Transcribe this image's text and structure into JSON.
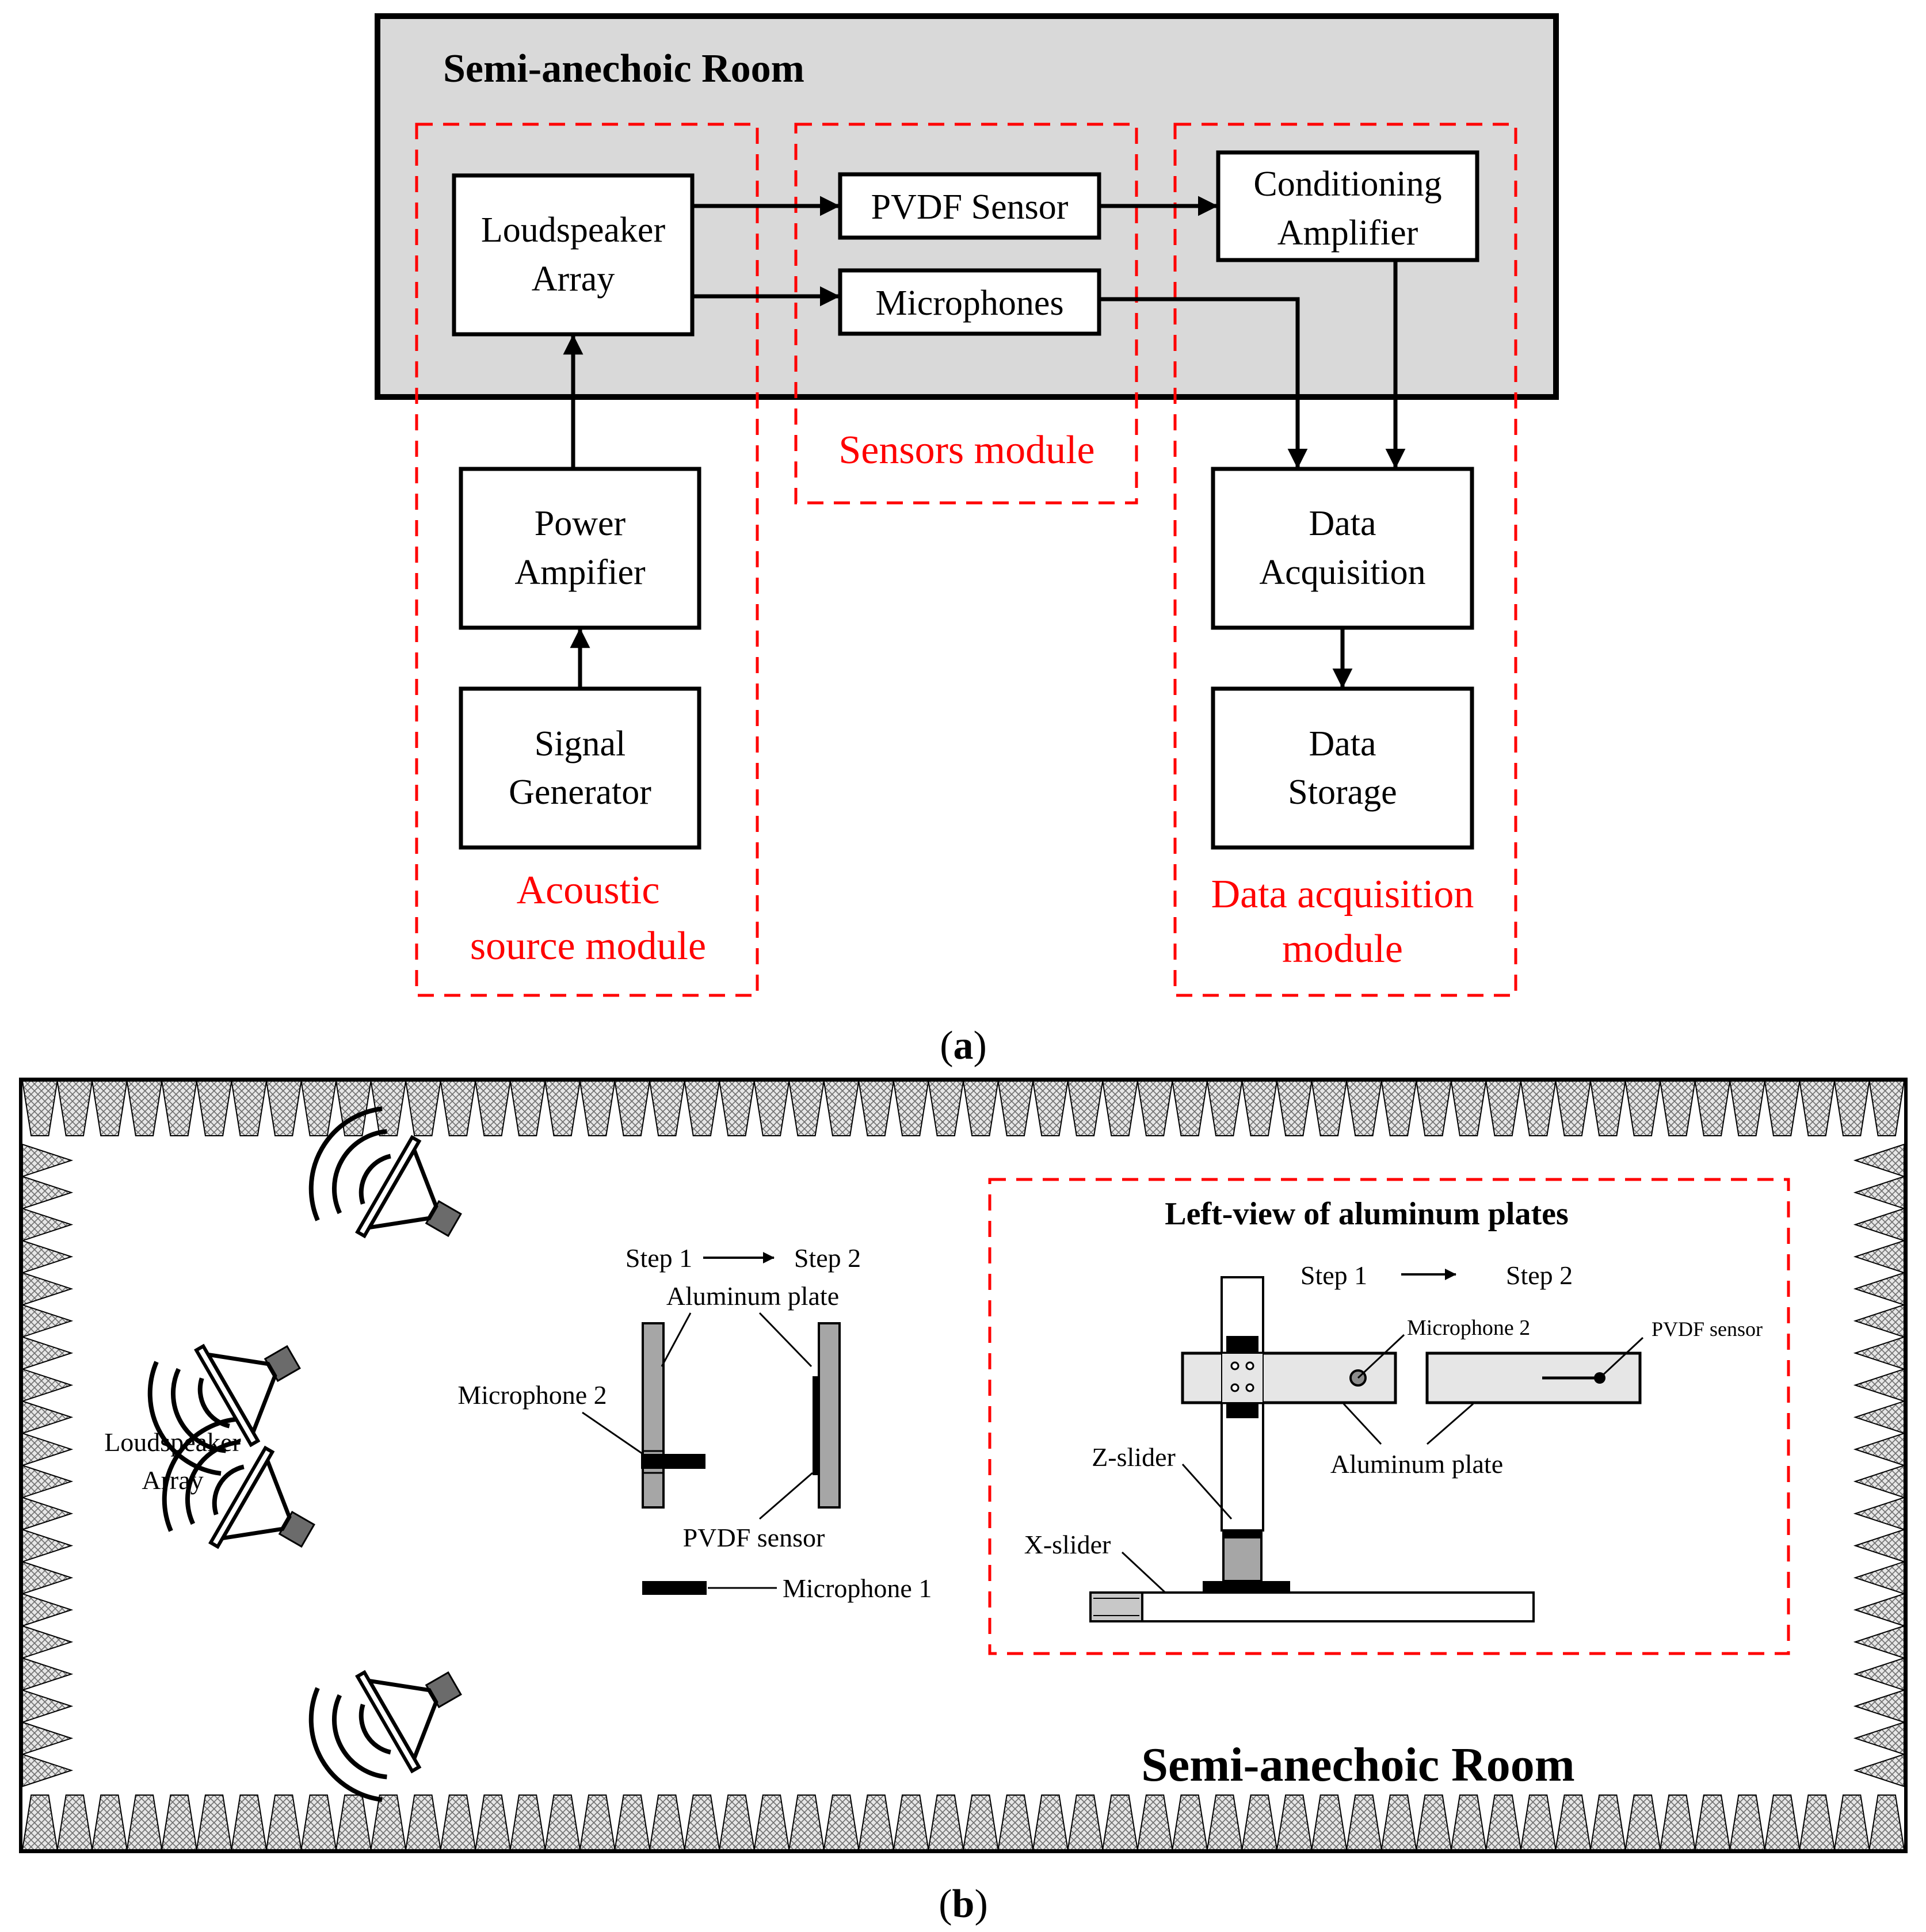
{
  "panel_a": {
    "room_title": "Semi-anechoic Room",
    "blocks": {
      "loudspeaker_array": [
        "Loudspeaker",
        "Array"
      ],
      "pvdf_sensor": "PVDF Sensor",
      "microphones": "Microphones",
      "conditioning_amplifier": [
        "Conditioning",
        "Amplifier"
      ],
      "power_amplifier": [
        "Power",
        "Ampifier"
      ],
      "signal_generator": [
        "Signal",
        "Generator"
      ],
      "data_acquisition": [
        "Data",
        "Acquisition"
      ],
      "data_storage": [
        "Data",
        "Storage"
      ]
    },
    "modules": {
      "acoustic": [
        "Acoustic",
        "source module"
      ],
      "sensors": "Sensors module",
      "data_acquisition": [
        "Data acquisition",
        "module"
      ]
    },
    "caption": [
      "(",
      "a",
      ")"
    ]
  },
  "panel_b": {
    "room_title": "Semi-anechoic Room",
    "loudspeaker_label": [
      "Loudspeaker",
      "Array"
    ],
    "middle": {
      "step1": "Step 1",
      "step2": "Step 2",
      "aluminum_plate": "Aluminum plate",
      "microphone2": "Microphone 2",
      "pvdf_sensor": "PVDF sensor",
      "microphone1": "Microphone 1"
    },
    "inset": {
      "title": "Left-view of  aluminum plates",
      "step1": "Step 1",
      "step2": "Step 2",
      "microphone2": "Microphone 2",
      "pvdf_sensor": "PVDF sensor",
      "aluminum_plate": "Aluminum plate",
      "z_slider": "Z-slider",
      "x_slider": "X-slider"
    },
    "caption": [
      "(",
      "b",
      ")"
    ]
  },
  "colors": {
    "room_fill": "#d9d9d9",
    "module_border": "#ff0000",
    "module_text": "#ff0000",
    "speaker_gray": "#6b6b6b",
    "plate_gray": "#a6a6a6"
  }
}
